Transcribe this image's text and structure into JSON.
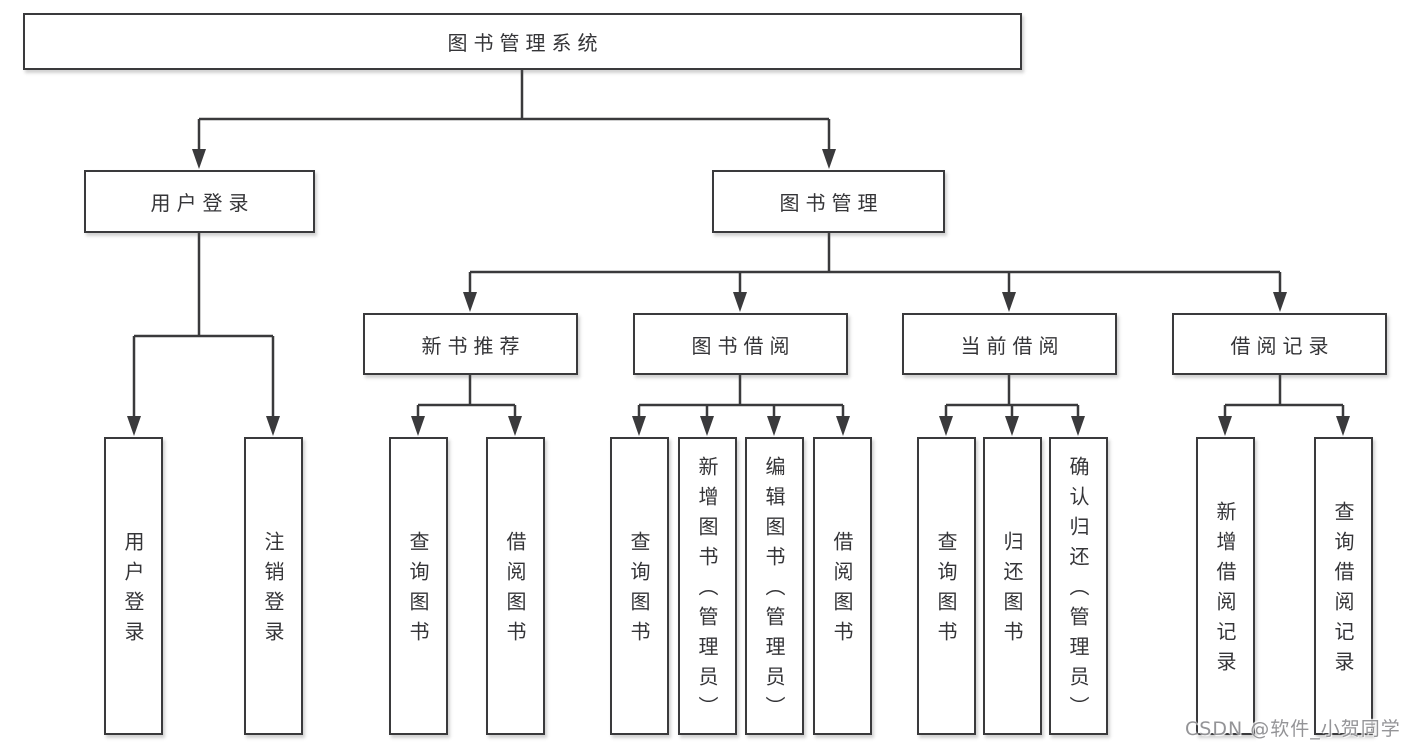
{
  "colors": {
    "background": "#ffffff",
    "line": "#3a3a3c",
    "box_border": "#3a3a3c",
    "box_fill": "#ffffff",
    "text": "#353538",
    "watermark": "#949497"
  },
  "watermark": {
    "text": "CSDN @软件_小贺同学"
  },
  "tree": {
    "label": "图书管理系统",
    "children": [
      {
        "label": "用户登录",
        "children": [
          {
            "label": "用户登录"
          },
          {
            "label": "注销登录"
          }
        ]
      },
      {
        "label": "图书管理",
        "children": [
          {
            "label": "新书推荐",
            "children": [
              {
                "label": "查询图书"
              },
              {
                "label": "借阅图书"
              }
            ]
          },
          {
            "label": "图书借阅",
            "children": [
              {
                "label": "查询图书"
              },
              {
                "label": "新增图书（管理员）"
              },
              {
                "label": "编辑图书（管理员）"
              },
              {
                "label": "借阅图书"
              }
            ]
          },
          {
            "label": "当前借阅",
            "children": [
              {
                "label": "查询图书"
              },
              {
                "label": "归还图书"
              },
              {
                "label": "确认归还（管理员）"
              }
            ]
          },
          {
            "label": "借阅记录",
            "children": [
              {
                "label": "新增借阅记录"
              },
              {
                "label": "查询借阅记录"
              }
            ]
          }
        ]
      }
    ]
  }
}
